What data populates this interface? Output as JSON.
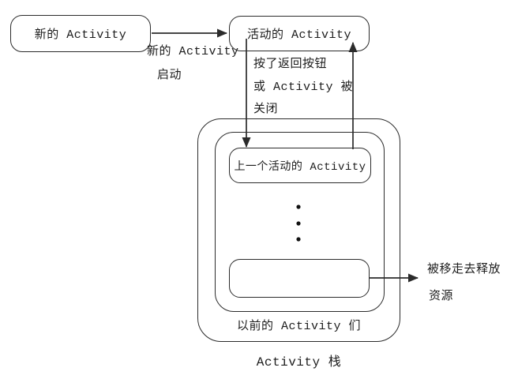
{
  "diagram": {
    "boxes": {
      "new_activity": "新的 Activity",
      "active_activity": "活动的 Activity",
      "previous_activity": "上一个活动的 Activity",
      "removed_activity": ""
    },
    "edge_labels": {
      "launch": {
        "line1": "新的 Activity",
        "line2": "启动"
      },
      "back": {
        "line1": "按了返回按钮",
        "line2": "或 Activity 被",
        "line3": "关闭"
      },
      "release": {
        "line1": "被移走去释放",
        "line2": "资源"
      }
    },
    "captions": {
      "previous_activities": "以前的 Activity 们",
      "activity_stack": "Activity 栈"
    },
    "colors": {
      "line": "#2b2b2b",
      "text": "#1c1c1c",
      "background": "#ffffff"
    }
  }
}
